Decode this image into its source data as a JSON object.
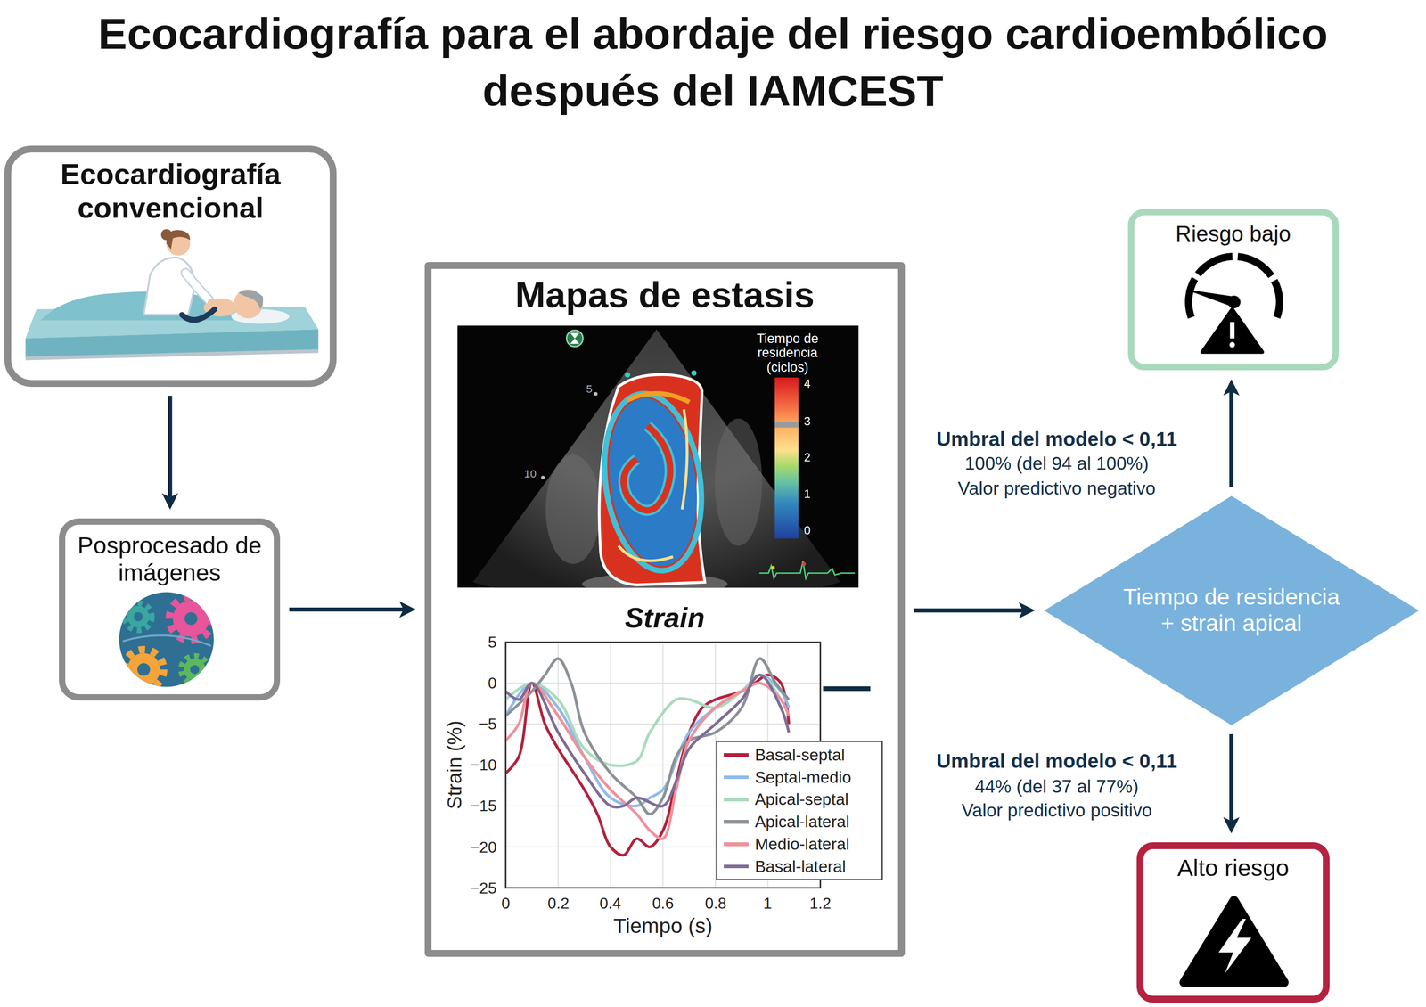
{
  "diagram": {
    "title": "Ecocardiografía para el abordaje del riesgo cardioembólico después del IAMCEST",
    "nodes": [
      {
        "text": [
          "Ecocardiografía convencional"
        ]
      },
      {
        "text": [
          "Posprocesado de imágenes"
        ]
      },
      {
        "text": [
          "Mapas de estasis",
          "Strain"
        ]
      },
      {
        "text": [
          "Tiempo de residencia + strain apical"
        ]
      },
      {
        "text": [
          "Riesgo bajo"
        ]
      },
      {
        "text": [
          "Alto riesgo"
        ]
      }
    ],
    "edges": [
      {
        "from": 0,
        "to": 1,
        "arrow": "to"
      },
      {
        "from": 1,
        "to": 2,
        "arrow": "to"
      },
      {
        "from": 2,
        "to": 3,
        "arrow": "to"
      },
      {
        "from": 3,
        "to": 4,
        "arrow": "to",
        "label": "Umbral del modelo < 0,11"
      },
      {
        "from": 3,
        "to": 5,
        "arrow": "to",
        "label": "Umbral del modelo < 0,11"
      }
    ],
    "labels": [
      "5",
      "10",
      "Tiempo de residencia (ciclos)",
      "4",
      "3",
      "2",
      "1",
      "0",
      "5",
      "0",
      "−5",
      "−10",
      "−15",
      "−20",
      "−25",
      "0",
      "0.2",
      "0.4",
      "0.6",
      "0.8",
      "1",
      "1.2",
      "Strain (%)",
      "Tiempo (s)",
      "100% (del 94 al 100%)",
      "Valor predictivo negativo",
      "44% (del 37 al 77%)",
      "Valor predictivo positivo"
    ],
    "legend": [
      {
        "text": "Basal-septal",
        "color": "#b2223c"
      },
      {
        "text": "Septal-medio",
        "color": "#8fbbe8"
      },
      {
        "text": "Apical-septal",
        "color": "#a8dbbd"
      },
      {
        "text": "Apical-lateral",
        "color": "#8c9196"
      },
      {
        "text": "Medio-lateral",
        "color": "#f0919b"
      },
      {
        "text": "Basal-lateral",
        "color": "#7f6c96"
      }
    ]
  }
}
